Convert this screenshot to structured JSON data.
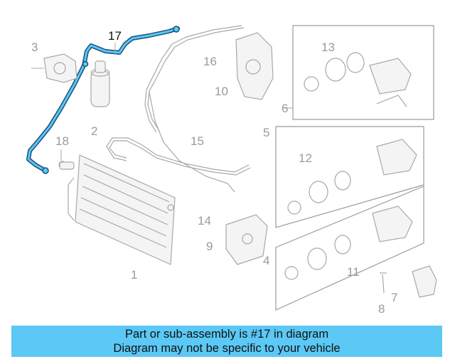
{
  "diagram": {
    "highlighted_part": "17",
    "highlight_color": "#5bc8f5",
    "callouts": {
      "c1": "1",
      "c2": "2",
      "c3": "3",
      "c4": "4",
      "c5": "5",
      "c6": "6",
      "c7": "7",
      "c8": "8",
      "c9": "9",
      "c10": "10",
      "c11": "11",
      "c12": "12",
      "c13": "13",
      "c14": "14",
      "c15": "15",
      "c16": "16",
      "c17": "17",
      "c18": "18"
    }
  },
  "banner": {
    "line1": "Part or sub-assembly is #17 in diagram",
    "line2": "Diagram may not be specific to your vehicle",
    "color": "#5bc8f5"
  }
}
